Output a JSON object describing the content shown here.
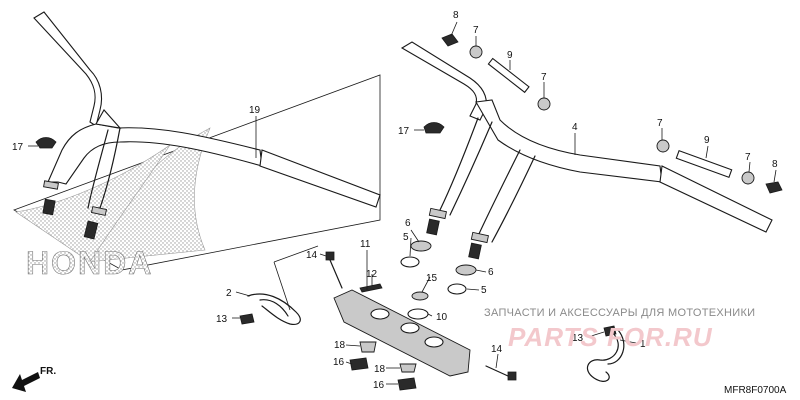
{
  "diagram": {
    "code": "MFR8F0700A",
    "direction_label": "FR.",
    "brand_text": "HONDA",
    "watermark_line": "ЗАПЧАСТИ И АКСЕССУАРЫ ДЛЯ МОТОТЕХНИКИ",
    "watermark_brand": "PARTS FOR.RU",
    "callouts": {
      "c1": "1",
      "c2": "2",
      "c4": "4",
      "c5a": "5",
      "c5b": "5",
      "c6a": "6",
      "c6b": "6",
      "c7a": "7",
      "c7b": "7",
      "c7c": "7",
      "c7d": "7",
      "c8a": "8",
      "c8b": "8",
      "c9a": "9",
      "c9b": "9",
      "c10": "10",
      "c11": "11",
      "c12": "12",
      "c13a": "13",
      "c13b": "13",
      "c14a": "14",
      "c14b": "14",
      "c15": "15",
      "c16a": "16",
      "c16b": "16",
      "c17a": "17",
      "c17b": "17",
      "c18a": "18",
      "c18b": "18",
      "c19": "19"
    }
  }
}
